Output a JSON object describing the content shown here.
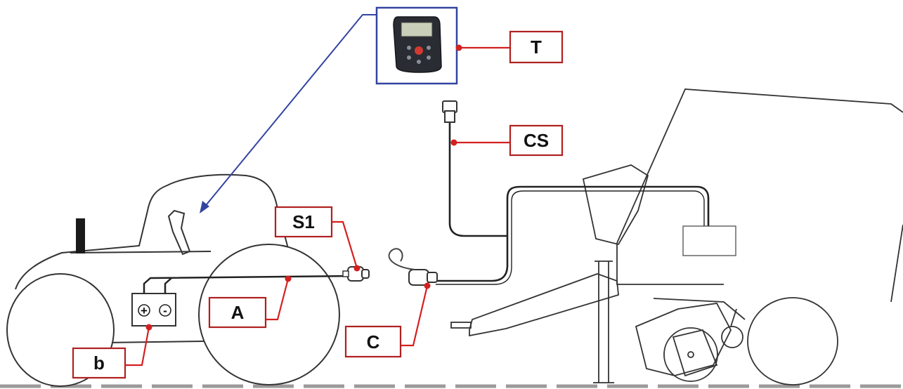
{
  "labels": {
    "T": "T",
    "CS": "CS",
    "S1": "S1",
    "A": "A",
    "C": "C",
    "b": "b"
  },
  "battery": {
    "plus": "+",
    "minus": "-"
  },
  "colors": {
    "callout_line": "#d42020",
    "label_border": "#b02020",
    "terminal_frame": "#3344a0",
    "pointer_line": "#3344a0",
    "outline": "#333333",
    "cable": "#222222"
  }
}
